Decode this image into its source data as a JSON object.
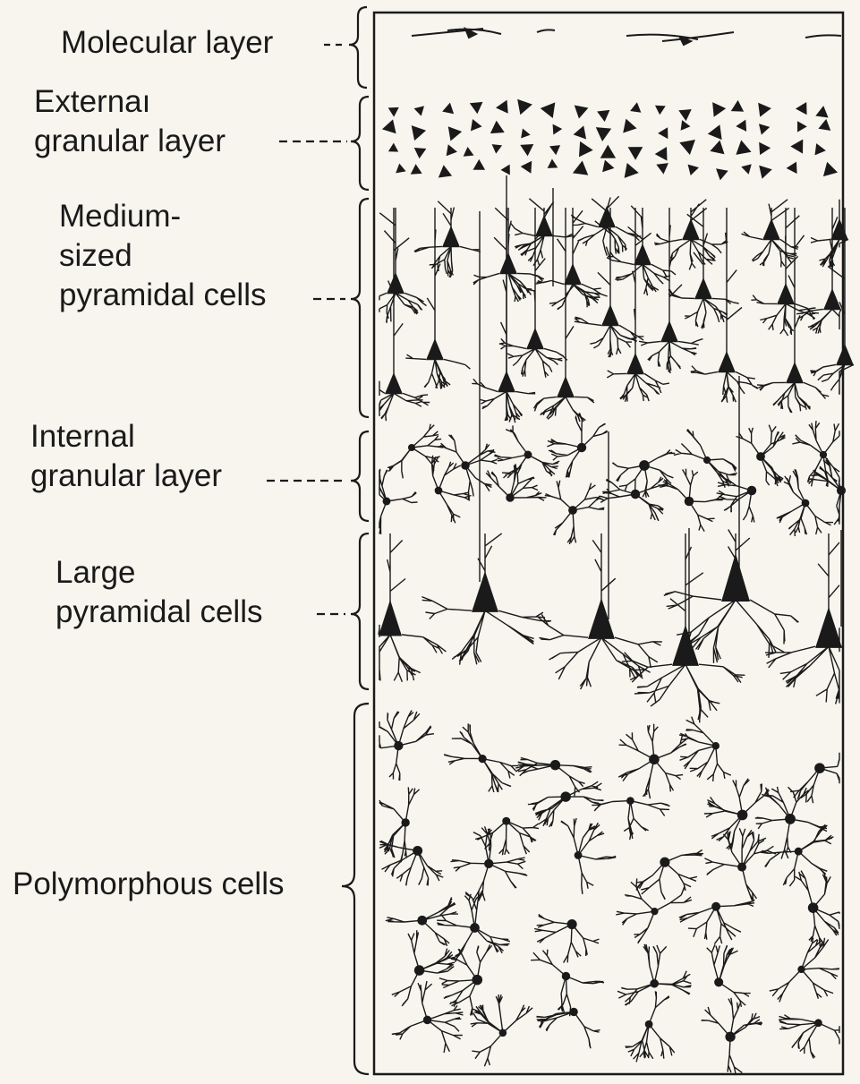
{
  "figure": {
    "title": "",
    "layers": [
      {
        "id": "molecular",
        "label": "Molecular layer"
      },
      {
        "id": "external-granular",
        "label": "Externaı\ngranular layer"
      },
      {
        "id": "medium-pyramidal",
        "label": "Medium-\nsized\npyramidal cells"
      },
      {
        "id": "internal-granular",
        "label": "Internal\ngranular layer"
      },
      {
        "id": "large-pyramidal",
        "label": "Large\npyramidal cells"
      },
      {
        "id": "polymorphous",
        "label": "Polymorphous cells"
      }
    ]
  },
  "colors": {
    "ink": "#1a1a1a",
    "paper": "#f7f5ee"
  }
}
